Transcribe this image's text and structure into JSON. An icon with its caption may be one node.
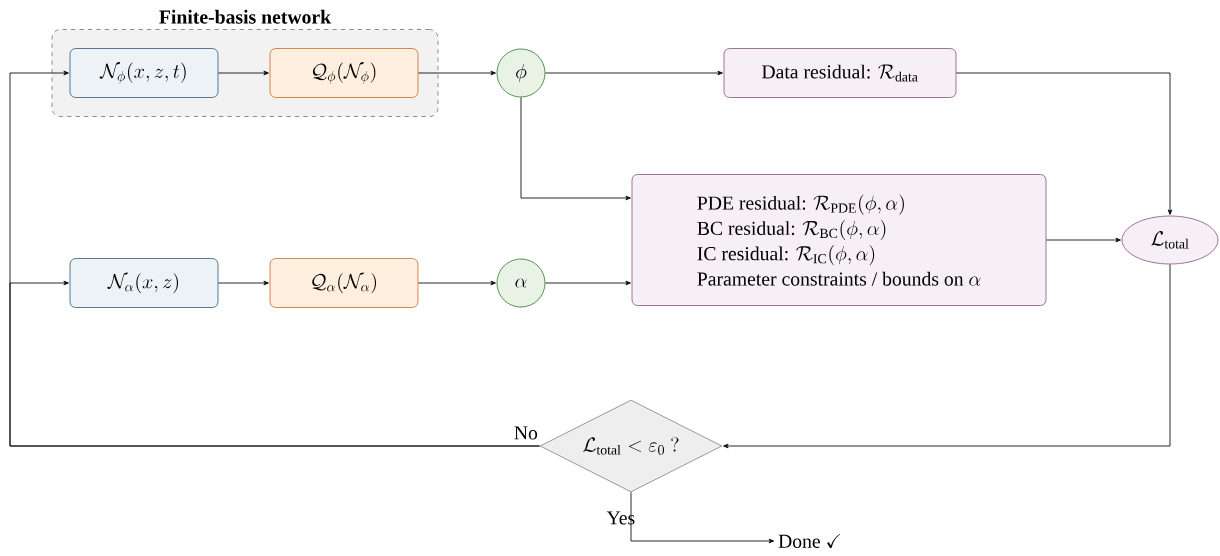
{
  "diagram": {
    "nodes": [
      {
        "text": [
          "Finite-basis network"
        ]
      },
      {
        "text": [
          "\\mathcal{N}_{\\phi}(x,z,t)"
        ],
        "in": 0
      },
      {
        "text": [
          "\\mathcal{Q}_{\\phi}(\\mathcal{N}_{\\phi})"
        ],
        "in": 0
      },
      {
        "text": [
          "\\phi"
        ]
      },
      {
        "text": [
          "\\text{Data residual: }\\mathcal{R}_{\\mathrm{data}}"
        ]
      },
      {
        "text": [
          "\\text{PDE residual: }\\mathcal{R}_{\\mathrm{PDE}}(\\phi,\\alpha)",
          "\\text{BC residual: }\\mathcal{R}_{\\mathrm{BC}}(\\phi,\\alpha)",
          "\\text{IC residual: }\\mathcal{R}_{\\mathrm{IC}}(\\phi,\\alpha)",
          "\\text{Parameter constraints / bounds on }\\alpha"
        ]
      },
      {
        "text": [
          "\\mathcal{N}_{\\alpha}(x,z)"
        ]
      },
      {
        "text": [
          "\\mathcal{Q}_{\\alpha}(\\mathcal{N}_{\\alpha})"
        ]
      },
      {
        "text": [
          "\\alpha"
        ]
      },
      {
        "text": [
          "\\mathcal{L}_{\\mathrm{total}}"
        ]
      },
      {
        "text": [
          "\\mathcal{L}_{\\mathrm{total}} < \\varepsilon_0\\ ?"
        ]
      },
      {
        "text": [
          "\\text{Done }\\checkmark"
        ]
      }
    ],
    "edges": [
      {
        "from": 10,
        "to": 1,
        "arrow": "to",
        "label": "No"
      },
      {
        "from": 10,
        "to": 6,
        "arrow": "to"
      },
      {
        "from": 1,
        "to": 2,
        "arrow": "to"
      },
      {
        "from": 2,
        "to": 3,
        "arrow": "to"
      },
      {
        "from": 3,
        "to": 4,
        "arrow": "to"
      },
      {
        "from": 3,
        "to": 5,
        "arrow": "to"
      },
      {
        "from": 6,
        "to": 7,
        "arrow": "to"
      },
      {
        "from": 7,
        "to": 8,
        "arrow": "to"
      },
      {
        "from": 8,
        "to": 5,
        "arrow": "to"
      },
      {
        "from": 4,
        "to": 9,
        "arrow": "to"
      },
      {
        "from": 5,
        "to": 9,
        "arrow": "to"
      },
      {
        "from": 9,
        "to": 10,
        "arrow": "to"
      },
      {
        "from": 10,
        "to": 11,
        "arrow": "to",
        "label": "Yes"
      }
    ]
  }
}
